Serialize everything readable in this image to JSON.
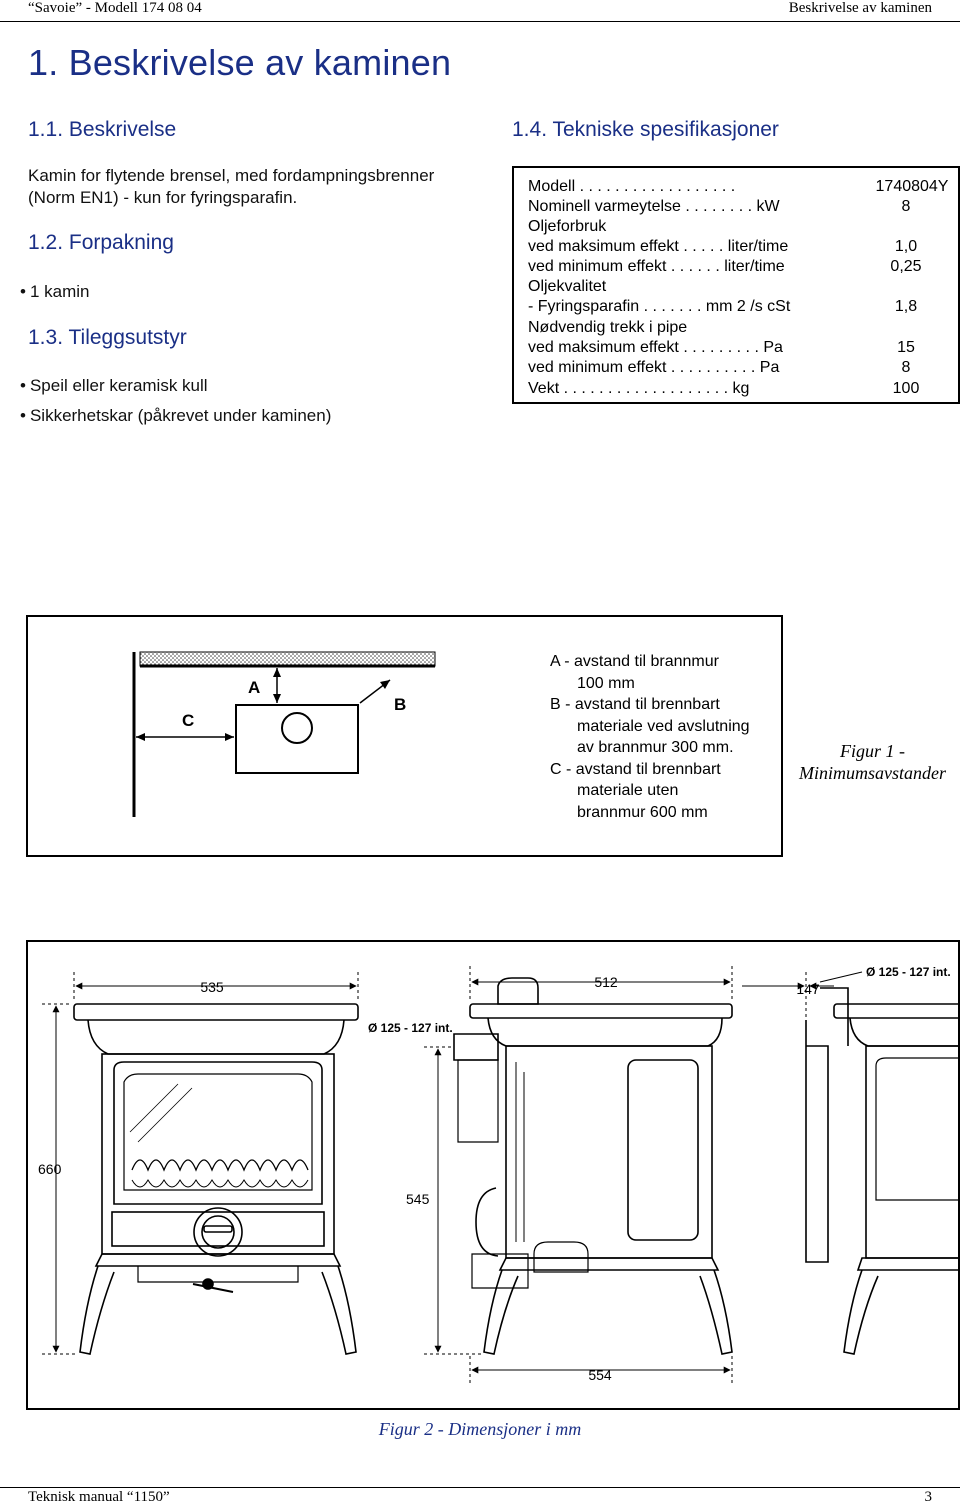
{
  "header": {
    "left": "“Savoie” - Modell 174 08 04",
    "right": "Beskrivelse av kaminen"
  },
  "title": "1. Beskrivelse av kaminen",
  "sections": {
    "s11": {
      "heading": "1.1. Beskrivelse",
      "text1": "Kamin for flytende brensel, med fordampningsbrenner",
      "text2": "(Norm EN1) - kun for fyringsparafin."
    },
    "s12": {
      "heading": "1.2. Forpakning",
      "items": [
        "1 kamin"
      ]
    },
    "s13": {
      "heading": "1.3. Tileggsutstyr",
      "items": [
        "Speil eller keramisk kull",
        "Sikkerhetskar (påkrevet under kaminen)"
      ]
    },
    "s14": {
      "heading": "1.4. Tekniske spesifikasjoner"
    }
  },
  "specs": {
    "rows": [
      {
        "label": "Modell . . . . . . . . . . . . . . . . . .",
        "value": "1740804Y"
      },
      {
        "label": "Nominell varmeytelse . . . . . . . . kW",
        "value": "8"
      },
      {
        "label": "Oljeforbruk",
        "value": ""
      },
      {
        "label": "ved maksimum effekt . . . . . liter/time",
        "value": "1,0"
      },
      {
        "label": "ved minimum effekt . . . . . . liter/time",
        "value": "0,25"
      },
      {
        "label": "Oljekvalitet",
        "value": ""
      },
      {
        "label": "- Fyringsparafin . . . . . . . mm 2 /s cSt",
        "value": "1,8"
      },
      {
        "label": "Nødvendig trekk i pipe",
        "value": ""
      },
      {
        "label": "ved maksimum effekt . . . . . . . . . Pa",
        "value": "15"
      },
      {
        "label": "ved minimum effekt . . . . . . . . . . Pa",
        "value": "8"
      },
      {
        "label": "Vekt . . . . . . . . . . . . . . . . . . . kg",
        "value": "100"
      }
    ]
  },
  "figure1": {
    "labels": {
      "a": "A",
      "b": "B",
      "c": "C"
    },
    "legend": [
      {
        "text": "A - avstand til brannmur",
        "indent": false
      },
      {
        "text": "100 mm",
        "indent": true
      },
      {
        "text": "B - avstand til brennbart",
        "indent": false
      },
      {
        "text": "materiale ved avslutning",
        "indent": true
      },
      {
        "text": "av brannmur 300 mm.",
        "indent": true
      },
      {
        "text": "C - avstand til brennbart",
        "indent": false
      },
      {
        "text": "materiale uten",
        "indent": true
      },
      {
        "text": "brannmur 600 mm",
        "indent": true
      }
    ],
    "caption_line1": "Figur 1 -",
    "caption_line2": "Minimumsavstander"
  },
  "figure2": {
    "dims": {
      "width_front": "535",
      "depth": "512",
      "flue_offset": "147",
      "flue_diam_top": "Ø 125 - 127 int.",
      "flue_diam_back": "Ø 125 - 127 int.",
      "height": "660",
      "flue_height": "545",
      "base_depth": "554"
    },
    "caption": "Figur 2 - Dimensjoner i mm"
  },
  "footer": {
    "left": "Teknisk manual “1150”",
    "right": "3"
  }
}
